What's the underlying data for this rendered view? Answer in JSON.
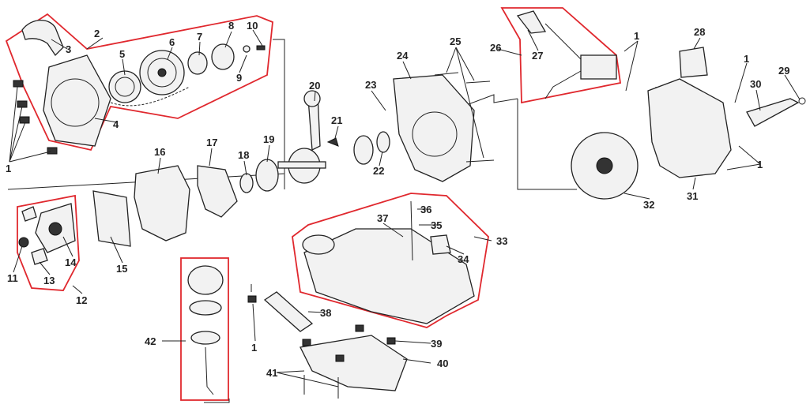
{
  "diagram": {
    "title_visible": false,
    "callouts": [
      "1",
      "2",
      "3",
      "4",
      "5",
      "6",
      "7",
      "8",
      "9",
      "10",
      "11",
      "12",
      "13",
      "14",
      "15",
      "16",
      "17",
      "18",
      "19",
      "20",
      "21",
      "22",
      "23",
      "24",
      "25",
      "26",
      "27",
      "28",
      "29",
      "30",
      "31",
      "32",
      "33",
      "34",
      "35",
      "36",
      "37",
      "38",
      "39",
      "40",
      "41",
      "42",
      "1",
      "1",
      "1",
      "1"
    ],
    "highlight_color": "#e0282e"
  }
}
